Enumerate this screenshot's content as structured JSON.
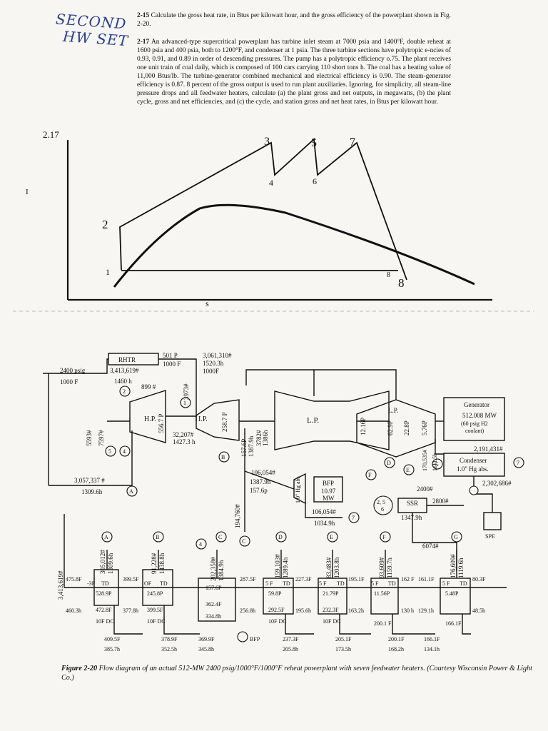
{
  "handwriting": {
    "line1": "SECOND",
    "line2": "HW SET",
    "ts_labels": [
      "1",
      "2",
      "3",
      "4",
      "5",
      "6",
      "7",
      "8",
      "8"
    ],
    "ts_axis_value": "2.17",
    "ts_axis_s": "s",
    "margin_mark": "I"
  },
  "problems": {
    "p215": {
      "number": "2-15",
      "text": "Calculate the gross heat rate, in Btus per kilowatt hour, and the gross efficiency of the powerplant shown in Fig. 2-20."
    },
    "p217": {
      "number": "2-17",
      "text": "An advanced-type supercritical powerplant has turbine inlet steam at 7000 psia and 1400°F, double reheat at 1600 psia and 400 psia, both to 1200°F, and condenser at 1 psia. The three turbine sections have polytropic e-ncies of 0.93, 0.91, and 0.89 in order of descending pressures. The pump has a polytropic efficiency o.75. The plant receives one unit train of coal daily, which is composed of 100 cars carrying 110 short tons h. The coal has a heating value of 11,000 Btus/lb. The turbine-generator combined mechanical and electrical efficiency is 0.90. The steam-generator efficiency is 0.87. 8 percent of the gross output is used to run plant auxiliaries. Ignoring, for simplicity, all steam-line pressure drops and all feedwater heaters, calculate (a) the plant gross and net outputs, in megawatts, (b) the plant cycle, gross and net efficiencies, and (c) the cycle, and station gross and net heat rates, in Btus per kilowatt hour."
    }
  },
  "diagram": {
    "steam": [
      "2400 psig",
      "1000 F"
    ],
    "rhtr": "RHTR",
    "rhtr_flow": "3,413,619#",
    "rh_in": [
      "501 P",
      "1000 F"
    ],
    "rh_flow": [
      "3,061,310#",
      "1520.3h",
      "1000F"
    ],
    "hp": "H.P.",
    "ip": "I.P.",
    "lp": "L.P.",
    "hp_exit": [
      "1460 h",
      "899 #"
    ],
    "hp_leak": [
      "32,207#",
      "1427.3 h"
    ],
    "hp_side": [
      "5593#",
      "7597#"
    ],
    "hp_press": "556.7 P",
    "v3973": "3973#",
    "ip_press": "258.7 P",
    "ip_vals": [
      "157.6P",
      "1387.9h",
      "3782#",
      "1386h"
    ],
    "cold_rh": [
      "3,057,337 #",
      "1309.6h"
    ],
    "bfp_flow": [
      "106,054#",
      "1387.9h",
      "157.6p"
    ],
    "bfp_box": [
      "BFP",
      "10.97",
      "MW"
    ],
    "bfp_hg": "1.0\" Hg abs",
    "bfp_out": [
      "106,054#",
      "1034.9h"
    ],
    "v194760": "194,760#",
    "lp_press": [
      "12.16P",
      "62.9P",
      "22.8P",
      "5.76P"
    ],
    "lp_exh": "1111.5h",
    "v170535": "170,535#",
    "gen": [
      "Generator",
      "512.008 MW",
      "(60 psig H2",
      "coolant)"
    ],
    "v2191431": "2,191,431#",
    "cond": [
      "Condenser",
      "1.0\" Hg abs."
    ],
    "v2302686": "2,302,686#",
    "v2400": "2400#",
    "v256": [
      "2, 5",
      "6"
    ],
    "ssr": [
      "SSR",
      "1347.9h"
    ],
    "v2800": "2800#",
    "v6074": "6074#",
    "spe": "SPE",
    "bubbles": [
      "A",
      "B",
      "C",
      "D",
      "E",
      "F",
      "G"
    ],
    "nums": [
      "1",
      "2",
      "3",
      "4",
      "5",
      "6",
      "7"
    ],
    "ext_flow": [
      "305,012#",
      "91,228#",
      "202,358#",
      "159,103#",
      "83,483#",
      "93,609#",
      "176,609#"
    ],
    "ext_h": [
      "1309.6h",
      "1438.8h",
      "1384.9h",
      "1289.4h",
      "1203.8h",
      "1159.7h",
      "1119.6h"
    ],
    "v3413619": "3,413,619#",
    "ttd": [
      "-3F",
      "TD",
      "OF",
      "TD",
      "5 F",
      "TD",
      "5 F",
      "TD",
      "5 F",
      "TD",
      "5 F",
      "TD"
    ],
    "h_press": [
      "528.9P",
      "245.8P",
      "157.6P",
      "59.8P",
      "21.79P",
      "11.56P",
      "5.48P"
    ],
    "h_vals": [
      "472.8F",
      "399.5F",
      "362.4F",
      "292.5F",
      "232.3F",
      "200.1 F",
      "166.1F"
    ],
    "h_dc": [
      "10F DC",
      "10F DC",
      "334.8h",
      "10F DC",
      "10F DC"
    ],
    "fw": [
      "475.8F",
      "460.3h",
      "399.5F",
      "377.8h",
      "287.5F",
      "256.8h",
      "227.3F",
      "195.6h",
      "195.1F",
      "163.2h",
      "162 F",
      "161.1F",
      "130 h",
      "129.1h",
      "80.3F",
      "48.5h"
    ],
    "drain": [
      "409.5F",
      "385.7h",
      "378.9F",
      "352.5h",
      "369.9F",
      "345.8h",
      "BFP",
      "237.3F",
      "205.8h",
      "205.1F",
      "173.5h",
      "200.1F",
      "168.2h",
      "166.1F",
      "134.1h"
    ]
  },
  "caption": {
    "label": "Figure 2-20",
    "text": "Flow diagram of an actual 512-MW 2400 psig/1000°F/1000°F reheat powerplant with seven feedwater heaters. (Courtesy Wisconsin Power & Light Co.)"
  }
}
